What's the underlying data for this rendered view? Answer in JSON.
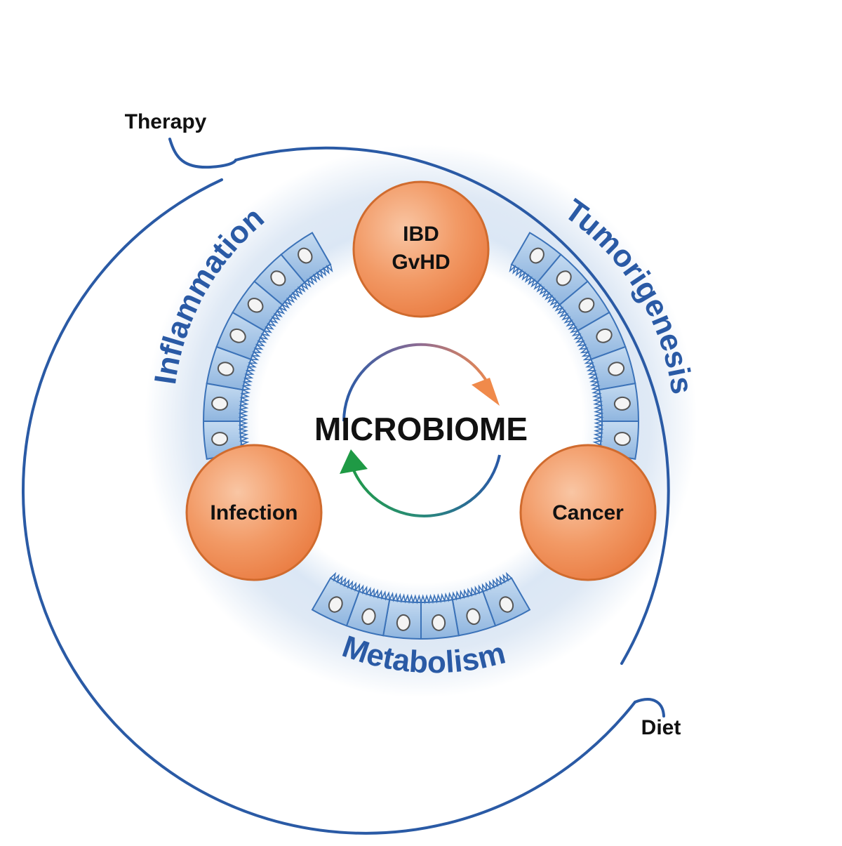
{
  "outer_labels": {
    "therapy": "Therapy",
    "diet": "Diet"
  },
  "arc_labels": {
    "inflammation": "Inflammation",
    "tumorigenesis": "Tumorigenesis",
    "metabolism": "Metabolism"
  },
  "nodes": {
    "top": {
      "line1": "IBD",
      "line2": "GvHD"
    },
    "left": "Infection",
    "right": "Cancer"
  },
  "center": "MICROBIOME",
  "colors": {
    "ring_blue": "#2a5aa5",
    "epithelium_fill": "#a9c8e8",
    "epithelium_stroke": "#3b72b8",
    "node_orange": "#ef8a55",
    "node_orange_light": "#f8c3a1",
    "node_stroke": "#d06b2e",
    "arrow_orange": "#f08a4b",
    "arrow_green": "#1f9a45"
  },
  "icons": {
    "cycle": "circular-arrows-icon"
  }
}
